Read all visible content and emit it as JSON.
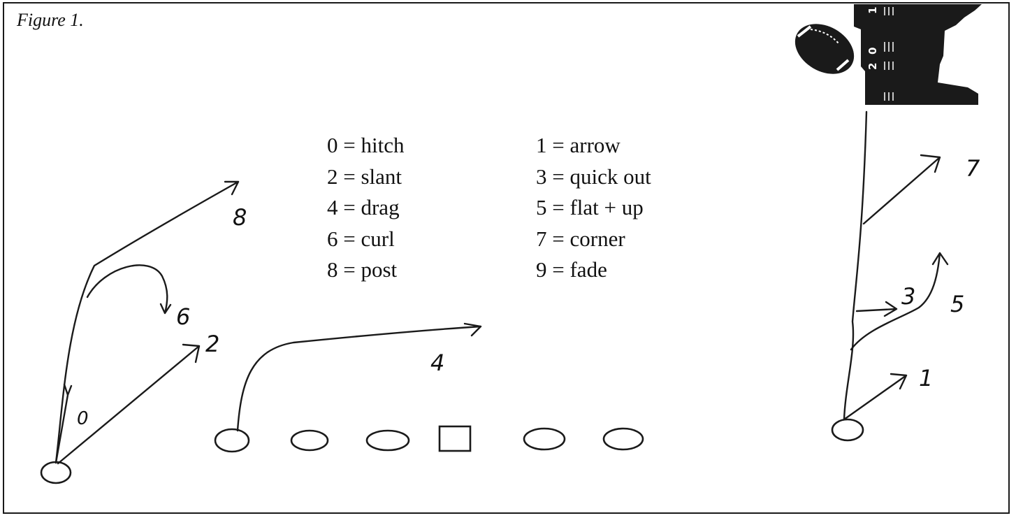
{
  "caption": "Figure 1.",
  "legend": {
    "left": [
      "0 = hitch",
      "2 = slant",
      "4 = drag",
      "6 = curl",
      "8 = post"
    ],
    "right": [
      "1 = arrow",
      "3 = quick out",
      "5 = flat + up",
      "7 = corner",
      "9 = fade"
    ]
  },
  "route_labels": {
    "hitch": "0",
    "slant": "2",
    "curl": "6",
    "post": "8",
    "drag": "4",
    "arrow": "1",
    "quick_out": "3",
    "flat_up": "5",
    "corner": "7"
  },
  "field_graphic": {
    "yard_numbers": [
      "1",
      "0",
      "2"
    ]
  }
}
